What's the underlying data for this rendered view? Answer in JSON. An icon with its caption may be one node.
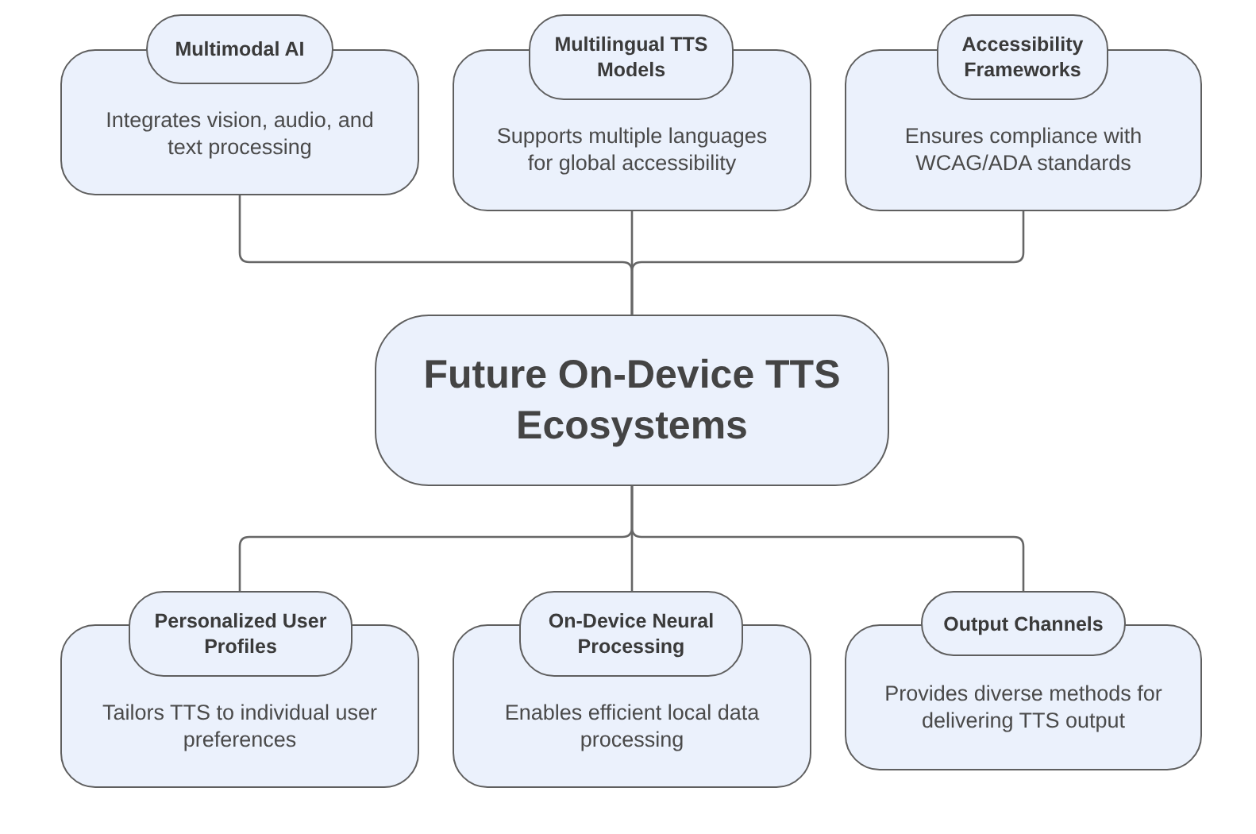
{
  "diagram": {
    "nodes": [
      {
        "text": [
          "Multimodal AI",
          "Integrates vision, audio, and text processing"
        ]
      },
      {
        "text": [
          "Multilingual TTS Models",
          "Supports multiple languages for global accessibility"
        ]
      },
      {
        "text": [
          "Accessibility Frameworks",
          "Ensures compliance with WCAG/ADA standards"
        ]
      },
      {
        "text": [
          "Future On-Device TTS Ecosystems"
        ]
      },
      {
        "text": [
          "Personalized User Profiles",
          "Tailors TTS to individual user preferences"
        ]
      },
      {
        "text": [
          "On-Device Neural Processing",
          "Enables efficient local data processing"
        ]
      },
      {
        "text": [
          "Output Channels",
          "Provides diverse methods for delivering TTS output"
        ]
      }
    ],
    "edges": [
      {
        "from": 3,
        "to": 0,
        "arrow": "none"
      },
      {
        "from": 3,
        "to": 1,
        "arrow": "none"
      },
      {
        "from": 3,
        "to": 2,
        "arrow": "none"
      },
      {
        "from": 3,
        "to": 4,
        "arrow": "none"
      },
      {
        "from": 3,
        "to": 5,
        "arrow": "none"
      },
      {
        "from": 3,
        "to": 6,
        "arrow": "none"
      }
    ]
  }
}
